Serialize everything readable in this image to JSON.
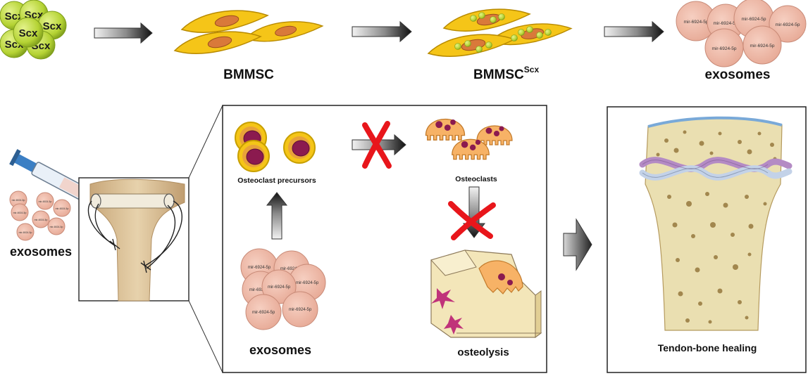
{
  "labels": {
    "bmmsc": "BMMSC",
    "bmmsc_scx_base": "BMMSC",
    "bmmsc_scx_sup": "Scx",
    "exosomes_top": "exosomes",
    "exosomes_left": "exosomes",
    "exosomes_panel": "exosomes",
    "osteoclast_precursors": "Osteoclast  precursors",
    "osteoclasts": "Osteoclasts",
    "osteolysis": "osteolysis",
    "tendon_bone_healing": "Tendon-bone healing"
  },
  "scx_cells": [
    "Scx",
    "Scx",
    "Scx",
    "Scx",
    "Scx",
    "Scx"
  ],
  "mirna_label": "mir-6924-5p",
  "colors": {
    "scx_green": "#b5d334",
    "cell_yellow": "#f5c518",
    "nucleus_orange": "#d9793a",
    "exosome_pink": "#efb9a6",
    "osteoclast_orange": "#f7b266",
    "nucleus_purple": "#8b1a4f",
    "bone_beige": "#eadfb1",
    "red_cross": "#e8161b"
  },
  "icons": [
    "arrow-right-icon",
    "arrow-up-icon",
    "arrow-down-icon",
    "red-cross-icon",
    "syringe-icon"
  ]
}
